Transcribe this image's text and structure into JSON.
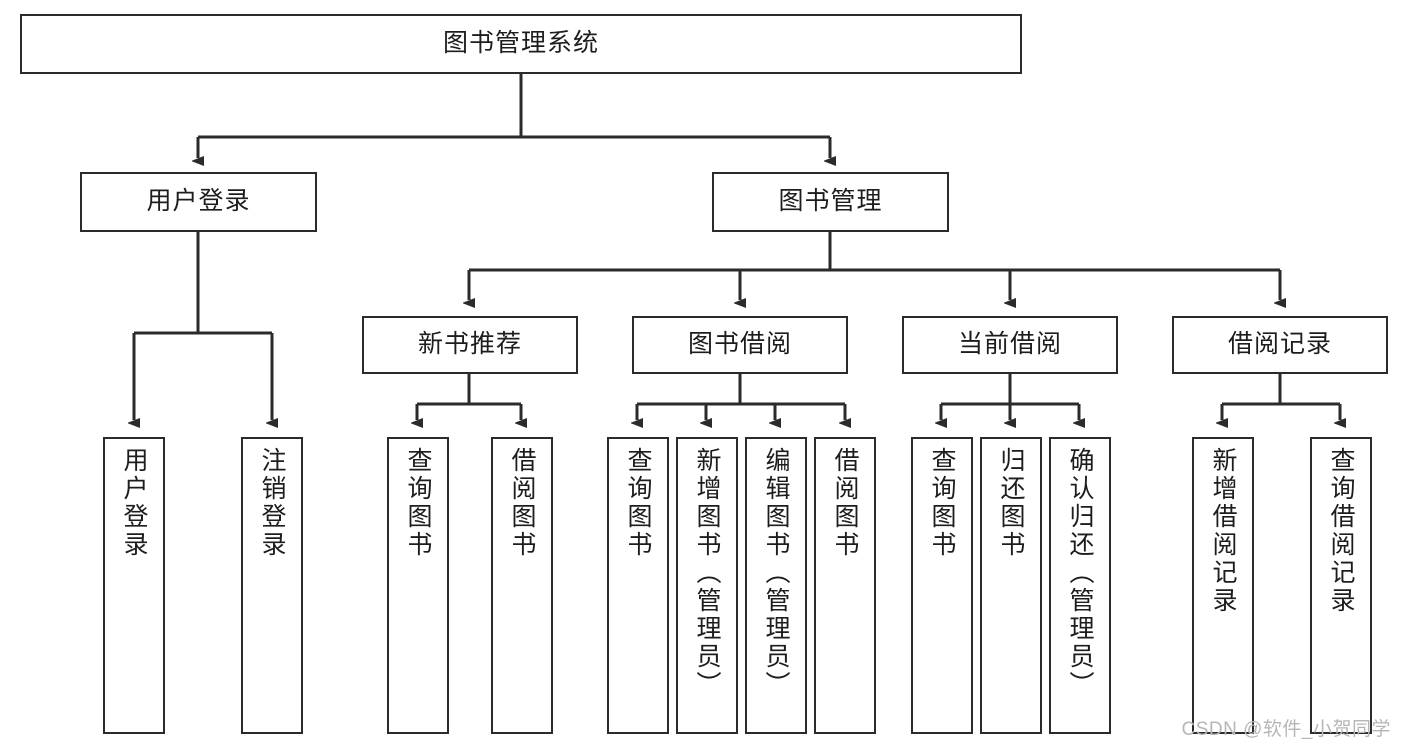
{
  "diagram": {
    "title": "图书管理系统",
    "type": "tree-hierarchy-chart",
    "watermark": "CSDN @软件_小贺同学",
    "colors": {
      "stroke": "#2b2b2b",
      "fill": "#ffffff",
      "text": "#1d1d1d",
      "watermark": "#b6b6b6"
    }
  },
  "nodes": {
    "root": {
      "label": "图书管理系统",
      "level": 1
    },
    "l2": [
      {
        "id": "user-login",
        "label": "用户登录",
        "level": 2
      },
      {
        "id": "book-manage",
        "label": "图书管理",
        "level": 2
      }
    ],
    "l3": [
      {
        "id": "new-book-rec",
        "label": "新书推荐",
        "level": 3
      },
      {
        "id": "book-borrow",
        "label": "图书借阅",
        "level": 3
      },
      {
        "id": "current-borrow",
        "label": "当前借阅",
        "level": 3
      },
      {
        "id": "borrow-record",
        "label": "借阅记录",
        "level": 3
      }
    ],
    "leaves": [
      {
        "id": "leaf-user-login",
        "label": "用户登录",
        "parent": "user-login"
      },
      {
        "id": "leaf-logout",
        "label": "注销登录",
        "parent": "user-login"
      },
      {
        "id": "leaf-query-book-1",
        "label": "查询图书",
        "parent": "new-book-rec"
      },
      {
        "id": "leaf-borrow-book-1",
        "label": "借阅图书",
        "parent": "new-book-rec"
      },
      {
        "id": "leaf-query-book-2",
        "label": "查询图书",
        "parent": "book-borrow"
      },
      {
        "id": "leaf-add-book",
        "label": "新增图书（管理员）",
        "parent": "book-borrow"
      },
      {
        "id": "leaf-edit-book",
        "label": "编辑图书（管理员）",
        "parent": "book-borrow"
      },
      {
        "id": "leaf-borrow-book-2",
        "label": "借阅图书",
        "parent": "book-borrow"
      },
      {
        "id": "leaf-query-book-3",
        "label": "查询图书",
        "parent": "current-borrow"
      },
      {
        "id": "leaf-return-book",
        "label": "归还图书",
        "parent": "current-borrow"
      },
      {
        "id": "leaf-confirm-return",
        "label": "确认归还（管理员）",
        "parent": "current-borrow"
      },
      {
        "id": "leaf-add-record",
        "label": "新增借阅记录",
        "parent": "borrow-record"
      },
      {
        "id": "leaf-query-record",
        "label": "查询借阅记录",
        "parent": "borrow-record"
      }
    ]
  }
}
